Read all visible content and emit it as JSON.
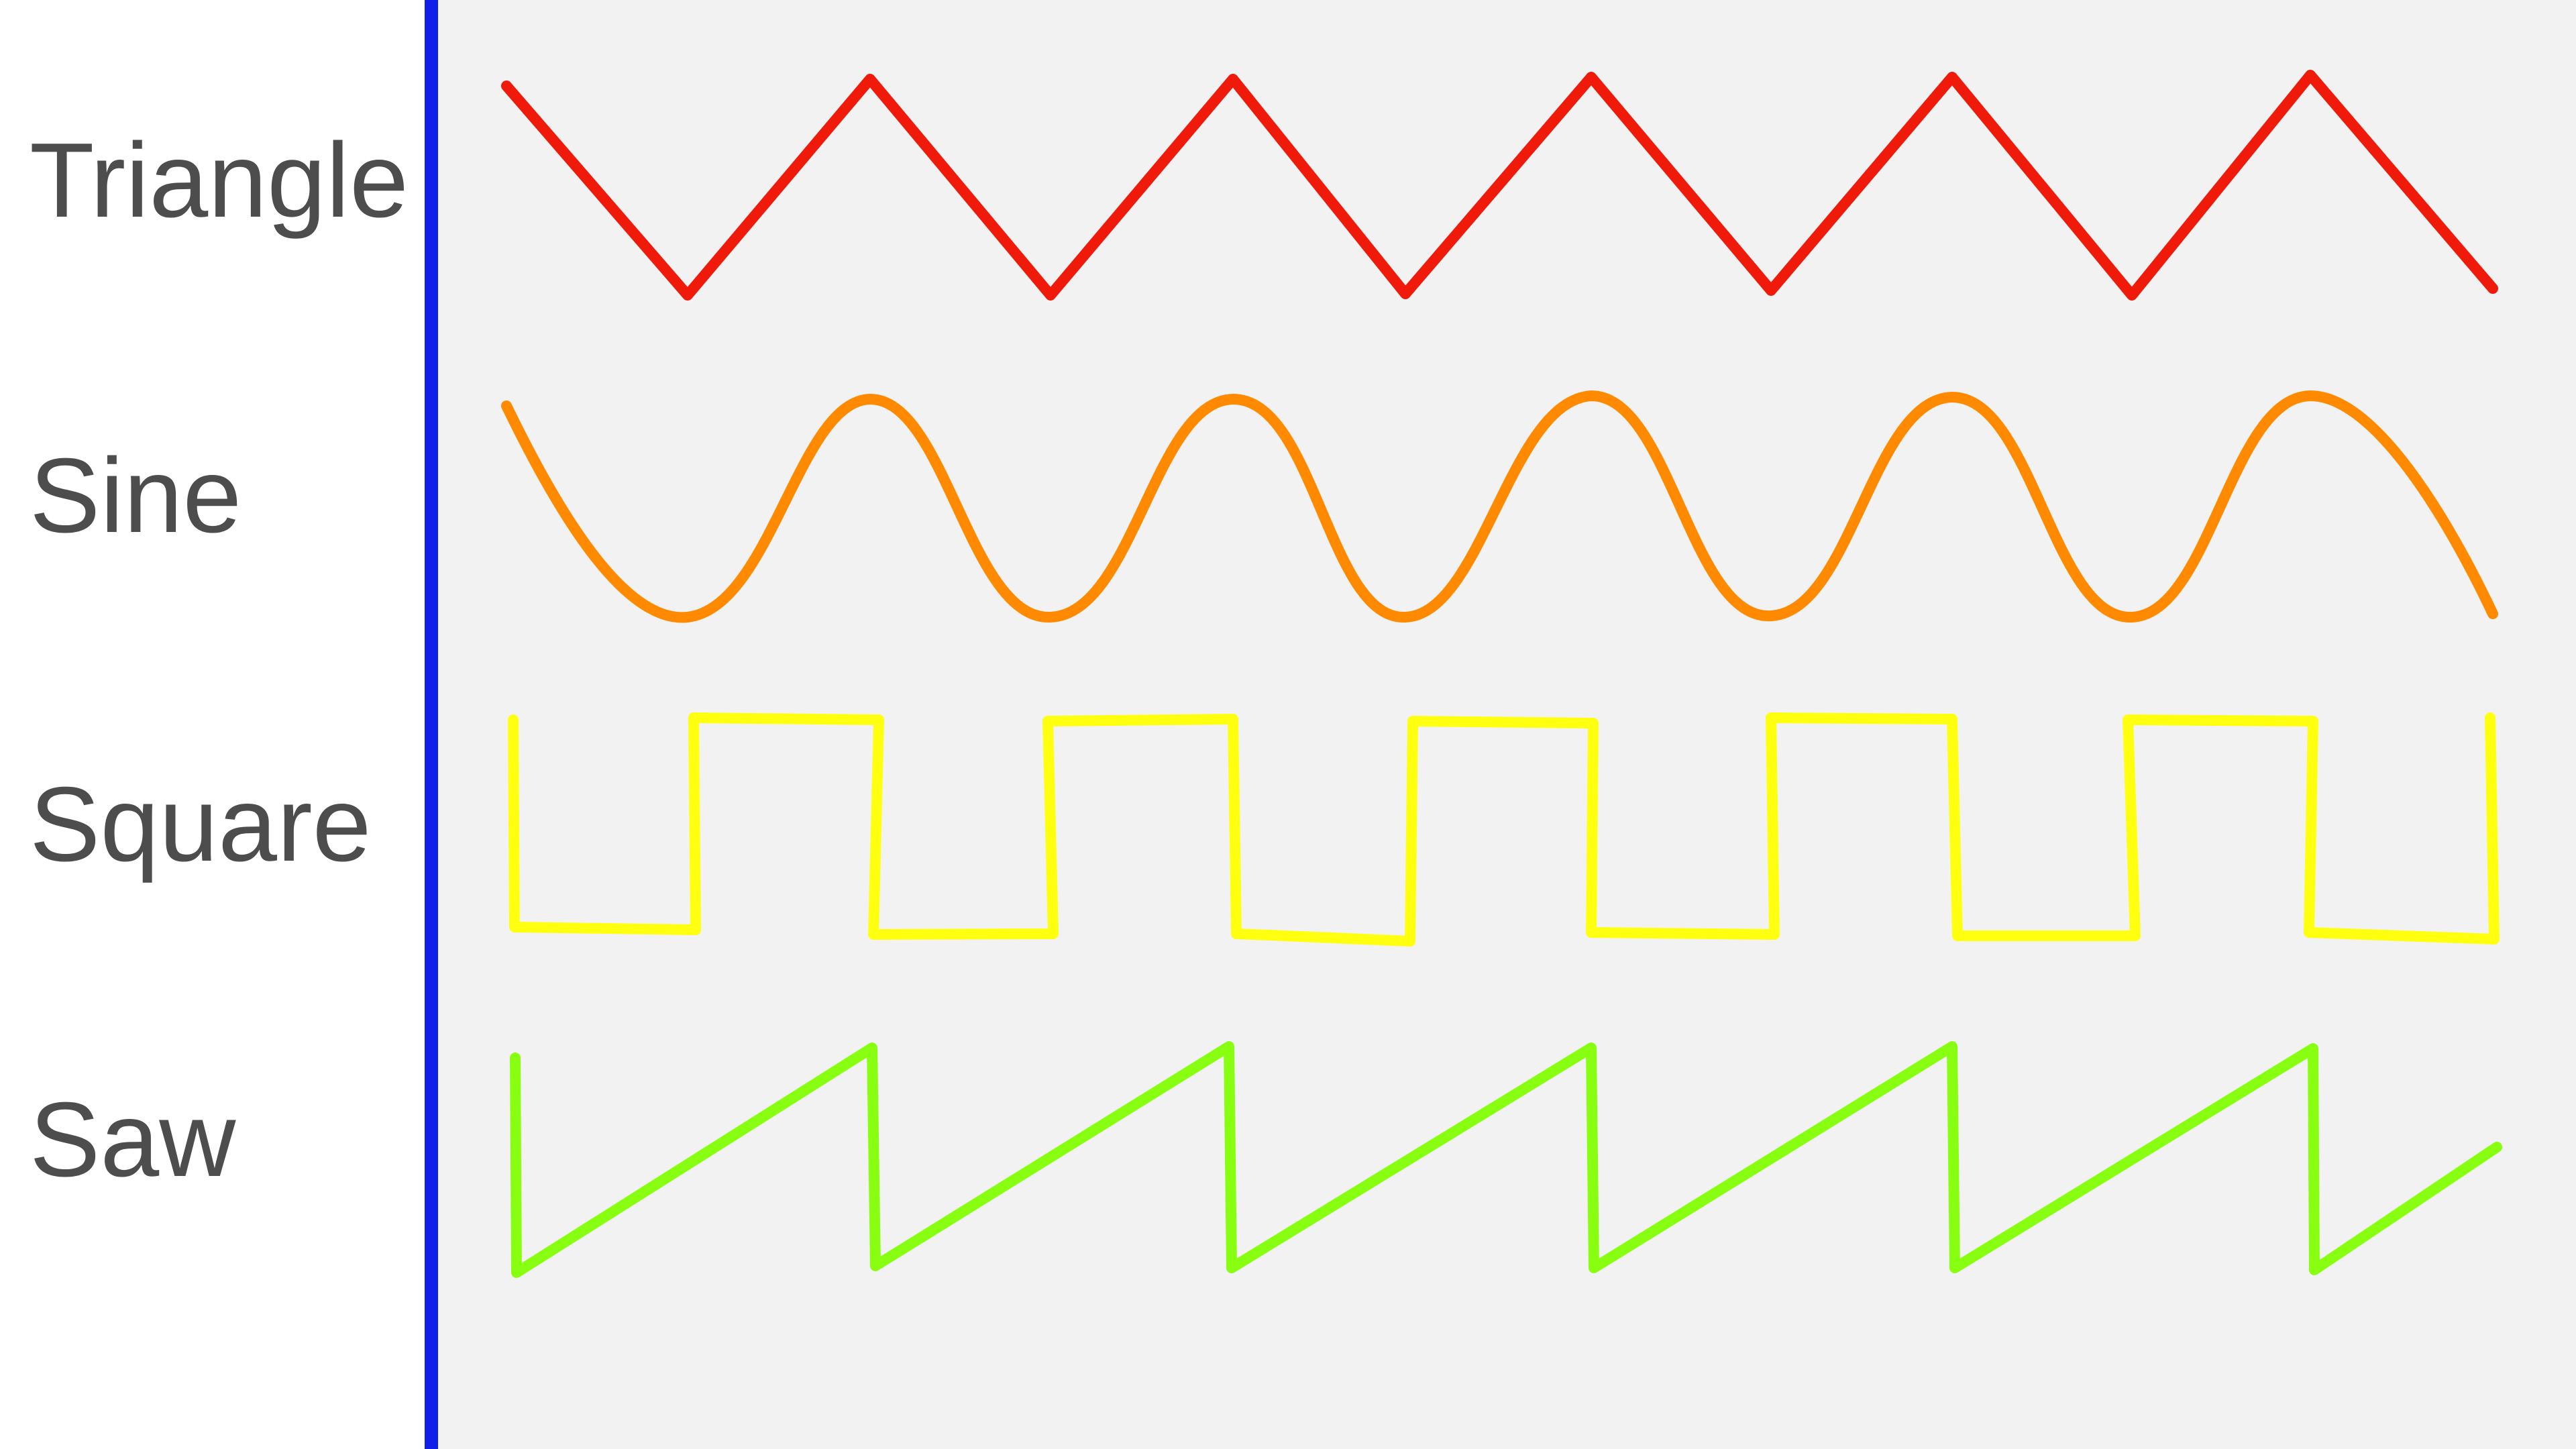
{
  "divider_color": "#1020e8",
  "plot_background": "#f2f2f2",
  "label_color": "#4d4d4d",
  "waves": [
    {
      "id": "triangle",
      "label": "Triangle",
      "shape": "triangle",
      "color": "#f01a0a"
    },
    {
      "id": "sine",
      "label": "Sine",
      "shape": "sine",
      "color": "#ff8a00"
    },
    {
      "id": "square",
      "label": "Square",
      "shape": "square",
      "color": "#ffff10"
    },
    {
      "id": "saw",
      "label": "Saw",
      "shape": "sawtooth",
      "color": "#88ff10"
    }
  ]
}
